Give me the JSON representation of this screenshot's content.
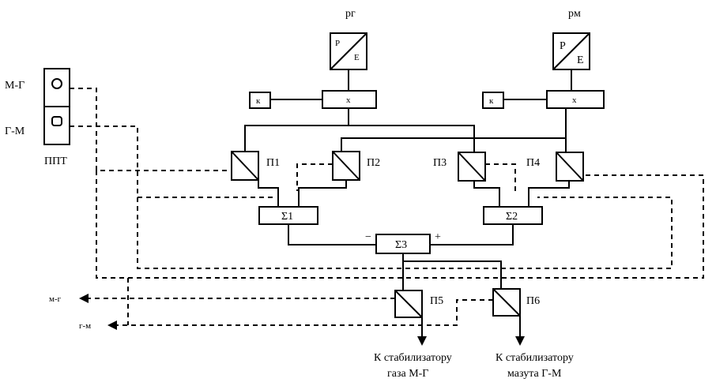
{
  "labels": {
    "pg": "pг",
    "pm": "pм",
    "conv_p": "P",
    "conv_e": "E",
    "k": "к",
    "x": "x",
    "p1": "П1",
    "p2": "П2",
    "p3": "П3",
    "p4": "П4",
    "p5": "П5",
    "p6": "П6",
    "s1": "Σ1",
    "s2": "Σ2",
    "s3": "Σ3",
    "minus": "−",
    "plus": "+",
    "mg_switch": "М-Г",
    "gm_switch": "Г-М",
    "ppt": "ППТ",
    "mg_out": "м-г",
    "gm_out": "г-м",
    "out1_line1": "К стабилизатору",
    "out1_line2": "газа  М-Г",
    "out2_line1": "К стабилизатору",
    "out2_line2": "мазута  Г-М"
  }
}
